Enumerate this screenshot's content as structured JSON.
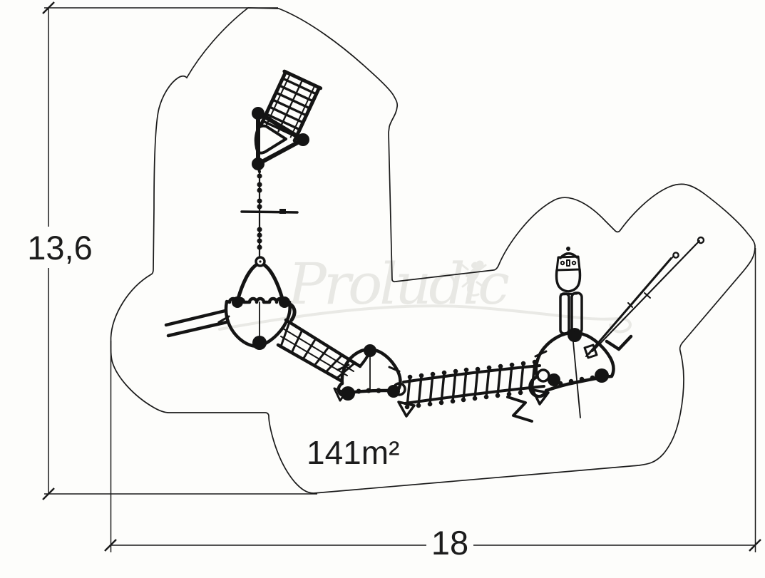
{
  "plan": {
    "type": "playground-safety-area-plan",
    "area_label": "141m²",
    "dimensions": {
      "height_label": "13,6",
      "width_label": "18"
    },
    "watermark": {
      "brand": "Proludic",
      "icon": "gecko-icon",
      "color": "#e8e8e4"
    },
    "colors": {
      "background": "#fdfdfb",
      "outline": "#1a1a1a",
      "equipment": "#141414"
    }
  }
}
